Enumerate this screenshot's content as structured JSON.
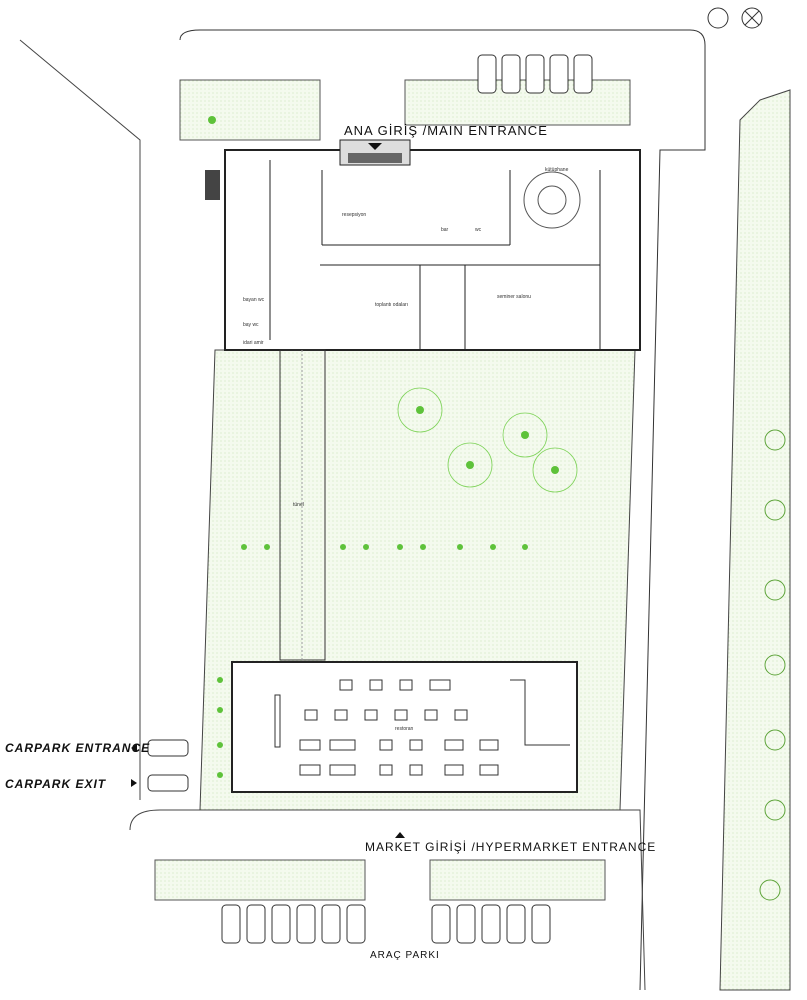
{
  "title": {
    "main_entrance": "ANA GİRİŞ /MAIN ENTRANCE",
    "market_entrance": "MARKET GİRİŞİ /HYPERMARKET ENTRANCE",
    "carpark_entrance": "CARPARK ENTRANCE",
    "carpark_exit": "CARPARK EXIT",
    "parking": "ARAÇ PARKI"
  },
  "rooms": {
    "reception": "resepsiyon",
    "bar": "bar",
    "wc": "wc",
    "library": "kütüphane",
    "meeting": "toplantı odaları",
    "seminar": "seminer salonu",
    "ladies_wc": "bayan wc",
    "mens_wc": "bay wc",
    "admin": "idari amir",
    "restaurant": "restoran",
    "tunnel": "tünel"
  },
  "colors": {
    "grass": "#eef7e6",
    "tree": "#5ec23a",
    "line": "#222222"
  }
}
